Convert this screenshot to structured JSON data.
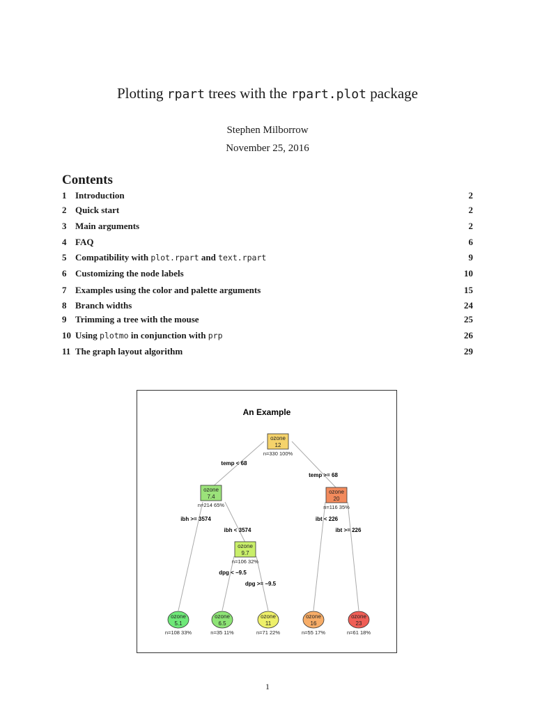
{
  "title": {
    "part1": "Plotting ",
    "code1": "rpart",
    "part2": " trees with the ",
    "code2": "rpart.plot",
    "part3": " package"
  },
  "author": "Stephen Milborrow",
  "date": "November 25, 2016",
  "contents": {
    "heading": "Contents",
    "entries": [
      {
        "num": "1",
        "title": "Introduction",
        "page": "2"
      },
      {
        "num": "2",
        "title": "Quick start",
        "page": "2"
      },
      {
        "num": "3",
        "title": "Main arguments",
        "page": "2"
      },
      {
        "num": "4",
        "title": "FAQ",
        "page": "6"
      },
      {
        "num": "5",
        "title_a": "Compatibility with ",
        "code_a": "plot.rpart",
        "title_b": " and ",
        "code_b": "text.rpart",
        "page": "9"
      },
      {
        "num": "6",
        "title": "Customizing the node labels",
        "page": "10"
      },
      {
        "num": "7",
        "title": "Examples using the color and palette arguments",
        "page": "15"
      },
      {
        "num": "8",
        "title": "Branch widths",
        "page": "24"
      },
      {
        "num": "9",
        "title": "Trimming a tree with the mouse",
        "page": "25"
      },
      {
        "num": "10",
        "title_a": "Using ",
        "code_a": "plotmo",
        "title_b": " in conjunction with ",
        "code_b": "prp",
        "page": "26"
      },
      {
        "num": "11",
        "title": "The graph layout algorithm",
        "page": "29"
      }
    ]
  },
  "figure": {
    "title": "An Example",
    "nodes": [
      {
        "id": "root",
        "label": "ozone",
        "value": "12",
        "stats": "n=330  100%",
        "color": "#f5d36b",
        "shape": "box"
      },
      {
        "id": "left",
        "label": "ozone",
        "value": "7.4",
        "stats": "n=214  65%",
        "color": "#9be27a",
        "shape": "box"
      },
      {
        "id": "right",
        "label": "ozone",
        "value": "20",
        "stats": "n=116  35%",
        "color": "#f28a5c",
        "shape": "box"
      },
      {
        "id": "mid",
        "label": "ozone",
        "value": "9.7",
        "stats": "n=106  32%",
        "color": "#c9ef6a",
        "shape": "box"
      },
      {
        "id": "leaf1",
        "label": "ozone",
        "value": "5.1",
        "stats": "n=108  33%",
        "color": "#6ee878",
        "shape": "leaf"
      },
      {
        "id": "leaf2",
        "label": "ozone",
        "value": "6.5",
        "stats": "n=35  11%",
        "color": "#8ee476",
        "shape": "leaf"
      },
      {
        "id": "leaf3",
        "label": "ozone",
        "value": "11",
        "stats": "n=71  22%",
        "color": "#eef06a",
        "shape": "leaf"
      },
      {
        "id": "leaf4",
        "label": "ozone",
        "value": "16",
        "stats": "n=55  17%",
        "color": "#f7ad68",
        "shape": "leaf"
      },
      {
        "id": "leaf5",
        "label": "ozone",
        "value": "23",
        "stats": "n=61  18%",
        "color": "#ef5e56",
        "shape": "leaf"
      }
    ],
    "splits": [
      {
        "id": "s-root-left",
        "text": "temp < 68"
      },
      {
        "id": "s-root-right",
        "text": "temp >= 68"
      },
      {
        "id": "s-left-leaf1",
        "text": "ibh >= 3574"
      },
      {
        "id": "s-left-mid",
        "text": "ibh < 3574"
      },
      {
        "id": "s-right-leaf4",
        "text": "ibt < 226"
      },
      {
        "id": "s-right-leaf5",
        "text": "ibt >= 226"
      },
      {
        "id": "s-mid-leaf2",
        "text": "dpg < −9.5"
      },
      {
        "id": "s-mid-leaf3",
        "text": "dpg >= −9.5"
      }
    ]
  },
  "page_number": "1"
}
